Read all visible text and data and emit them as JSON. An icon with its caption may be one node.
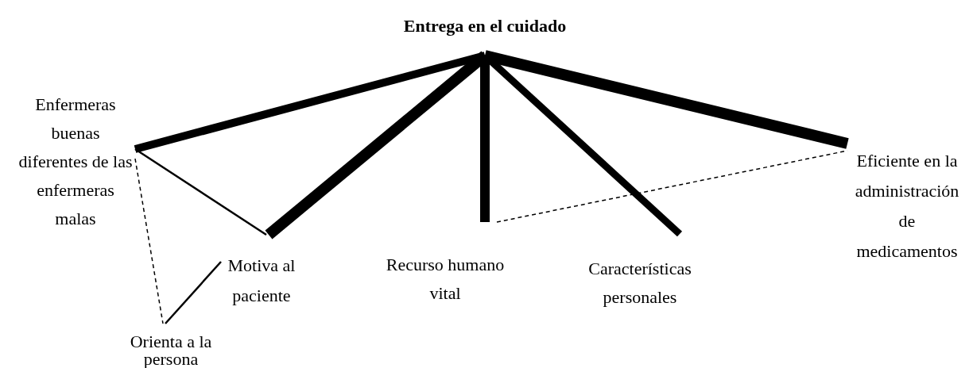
{
  "diagram": {
    "nodes": [
      {
        "text": [
          "Entrega en el cuidado"
        ]
      },
      {
        "text": [
          "Enfermeras buenas diferentes de las enfermeras malas"
        ]
      },
      {
        "text": [
          "Motiva al paciente"
        ]
      },
      {
        "text": [
          "Recurso humano vital"
        ]
      },
      {
        "text": [
          "Características personales"
        ]
      },
      {
        "text": [
          "Eficiente en la administración de medicamentos"
        ]
      },
      {
        "text": [
          "Orienta a la persona"
        ]
      }
    ],
    "edges": [
      {
        "from": 0,
        "to": 1,
        "arrow": "none"
      },
      {
        "from": 0,
        "to": 2,
        "arrow": "none"
      },
      {
        "from": 0,
        "to": 3,
        "arrow": "none"
      },
      {
        "from": 0,
        "to": 4,
        "arrow": "none"
      },
      {
        "from": 0,
        "to": 5,
        "arrow": "none"
      },
      {
        "from": 1,
        "to": 2,
        "arrow": "none"
      },
      {
        "from": 1,
        "to": 6,
        "arrow": "none",
        "style": "dashed"
      },
      {
        "from": 2,
        "to": 6,
        "arrow": "none"
      },
      {
        "from": 3,
        "to": 5,
        "arrow": "none",
        "style": "dashed"
      }
    ]
  }
}
